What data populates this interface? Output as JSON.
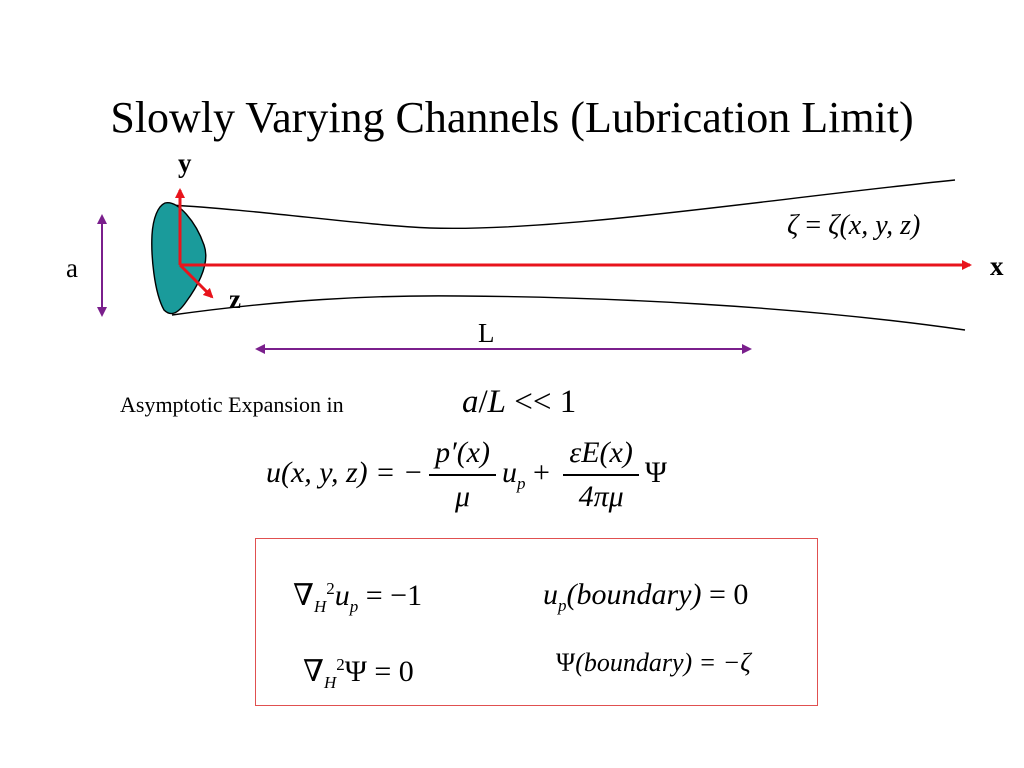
{
  "slide": {
    "title": "Slowly Varying Channels (Lubrication Limit)"
  },
  "diagram": {
    "y_axis_label": "y",
    "x_axis_label": "x",
    "z_axis_label": "z",
    "height_label": "a",
    "length_label": "L",
    "surface_eq": {
      "lhs": "ζ",
      "eq": "=",
      "rhs": "ζ",
      "args": "(x, y, z)"
    },
    "colors": {
      "axes": "#e8141c",
      "dimension_arrows": "#7a1f8c",
      "cross_section": "#1a9b9b",
      "walls": "#000000"
    }
  },
  "expansion": {
    "label": "Asymptotic Expansion in",
    "param_a": "a",
    "param_slash": "/",
    "param_L": "L",
    "param_rest": " << 1"
  },
  "velocity": {
    "lhs_u": "u",
    "lhs_args": "(x, y, z) = −",
    "frac1_num": "p′(x)",
    "frac1_den": "μ",
    "up_u": "u",
    "up_sub": "p",
    "plus": " + ",
    "frac2_num": "εE(x)",
    "frac2_den": "4πμ",
    "psi": "Ψ"
  },
  "box_equations": {
    "up_laplace": {
      "nabla": "∇",
      "sub": "H",
      "sup": "2",
      "u": "u",
      "u_sub": "p",
      "rhs": " = −1"
    },
    "up_boundary": {
      "u": "u",
      "u_sub": "p",
      "arg": "(boundary)",
      "rhs": " = 0"
    },
    "psi_laplace": {
      "nabla": "∇",
      "sub": "H",
      "sup": "2",
      "psi": "Ψ",
      "rhs": " = 0"
    },
    "psi_boundary": {
      "psi": "Ψ",
      "arg": "(boundary)",
      "rhs": " = −ζ"
    }
  }
}
